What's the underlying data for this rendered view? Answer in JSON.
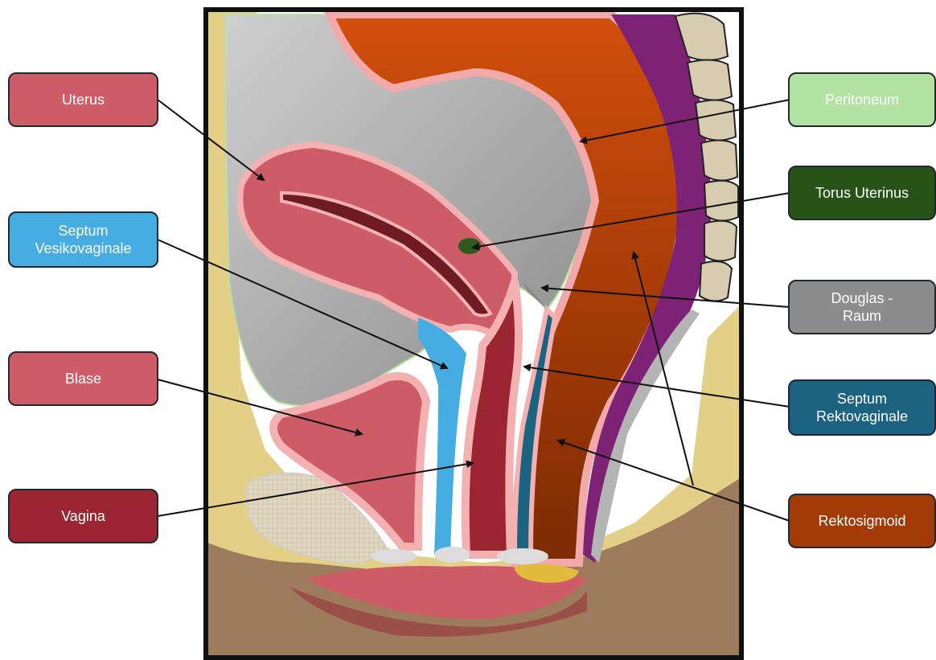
{
  "labels": {
    "uterus": "Uterus",
    "septum_vesikovaginale": "Septum\nVesikovaginale",
    "blase": "Blase",
    "vagina": "Vagina",
    "peritoneum": "Peritoneum",
    "torus_uterinus": "Torus Uterinus",
    "douglas_raum": "Douglas -\nRaum",
    "septum_rektovaginale": "Septum\nRektovaginale",
    "rektosigmoid": "Rektosigmoid"
  },
  "colors": {
    "uterus": "#cd5c67",
    "septum_vesikovaginale": "#45ade1",
    "blase": "#cd5c67",
    "vagina": "#9b2530",
    "peritoneum": "#b3e3a2",
    "torus_uterinus": "#275318",
    "douglas_raum": "#8c8c8c",
    "septum_rektovaginale": "#1c6281",
    "rektosigmoid": "#a23b08"
  }
}
